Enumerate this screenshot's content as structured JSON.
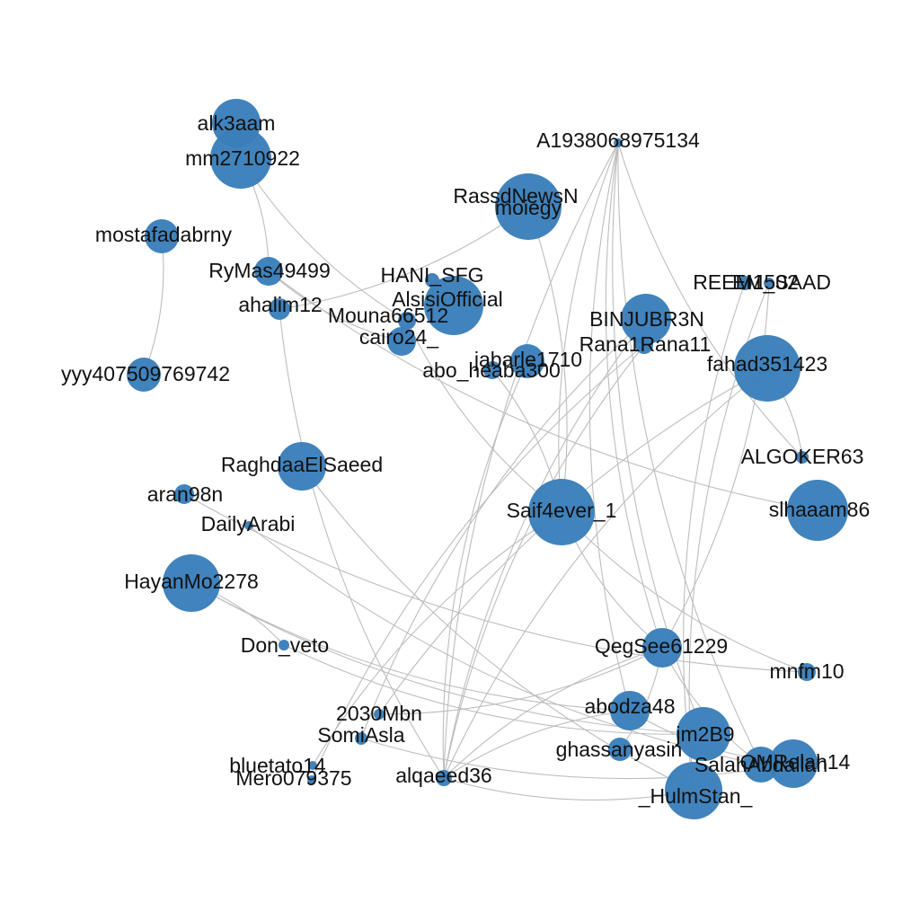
{
  "colors": {
    "node": "#3b7fba",
    "edge": "#bdbdbd",
    "label": "#111111",
    "background": "#ffffff"
  },
  "nodes": [
    {
      "id": "alk3aam",
      "label": "alk3aam"
    },
    {
      "id": "mm2710922",
      "label": "mm2710922"
    },
    {
      "id": "mostafadabrny",
      "label": "mostafadabrny"
    },
    {
      "id": "yyy407509769742",
      "label": "yyy407509769742"
    },
    {
      "id": "RyMas49499",
      "label": "RyMas49499"
    },
    {
      "id": "ahalim12",
      "label": "ahalim12"
    },
    {
      "id": "HANI_SFG",
      "label": "HANI_SFG"
    },
    {
      "id": "AlsisiOfficial",
      "label": "AlsisiOfficial"
    },
    {
      "id": "Mouna66512",
      "label": "Mouna66512"
    },
    {
      "id": "cairo24_",
      "label": "cairo24_"
    },
    {
      "id": "RassdNewsN",
      "label": "RassdNewsN"
    },
    {
      "id": "moiegy",
      "label": "moiegy"
    },
    {
      "id": "A1938068975134",
      "label": "A1938068975134"
    },
    {
      "id": "jabarle1710",
      "label": "jabarle1710"
    },
    {
      "id": "abo_heaba300",
      "label": "abo_heaba300"
    },
    {
      "id": "BINJUBR3N",
      "label": "BINJUBR3N"
    },
    {
      "id": "Rana1Rana11",
      "label": "Rana1Rana11"
    },
    {
      "id": "REEM1502",
      "label": "REEM1502"
    },
    {
      "id": "EM_SAAD",
      "label": "EM_SAAD"
    },
    {
      "id": "fahad351423",
      "label": "fahad351423"
    },
    {
      "id": "ALGOKER63",
      "label": "ALGOKER63"
    },
    {
      "id": "slhaaam86",
      "label": "slhaaam86"
    },
    {
      "id": "Saif4ever_1",
      "label": "Saif4ever_1"
    },
    {
      "id": "RaghdaaElSaeed",
      "label": "RaghdaaElSaeed"
    },
    {
      "id": "aran98n",
      "label": "aran98n"
    },
    {
      "id": "DailyArabi",
      "label": "DailyArabi"
    },
    {
      "id": "HayanMo2278",
      "label": "HayanMo2278"
    },
    {
      "id": "Don_veto",
      "label": "Don_veto"
    },
    {
      "id": "QegSee61229",
      "label": "QegSee61229"
    },
    {
      "id": "mnfm10",
      "label": "mnfm10"
    },
    {
      "id": "abodza48",
      "label": "abodza48"
    },
    {
      "id": "2030Mbn",
      "label": "2030Mbn"
    },
    {
      "id": "SomiAsla",
      "label": "SomiAsla"
    },
    {
      "id": "jm2B9",
      "label": "jm2B9"
    },
    {
      "id": "ghassanyasin",
      "label": "ghassanyasin"
    },
    {
      "id": "SalahAbdallah",
      "label": "SalahAbdallah"
    },
    {
      "id": "OMRelah14",
      "label": "OMRelah14"
    },
    {
      "id": "bluetato14",
      "label": "bluetato14"
    },
    {
      "id": "Mero079375",
      "label": "Mero079375"
    },
    {
      "id": "alqaeed36",
      "label": "alqaeed36"
    },
    {
      "id": "_HulmStan_",
      "label": "_HulmStan_"
    }
  ],
  "edges": [
    [
      "yyy407509769742",
      "mostafadabrny"
    ],
    [
      "RyMas49499",
      "mm2710922"
    ],
    [
      "mm2710922",
      "Mouna66512"
    ],
    [
      "ahalim12",
      "RassdNewsN"
    ],
    [
      "RyMas49499",
      "cairo24_"
    ],
    [
      "RyMas49499",
      "slhaaam86"
    ],
    [
      "ahalim12",
      "alqaeed36"
    ],
    [
      "Mouna66512",
      "Saif4ever_1"
    ],
    [
      "A1938068975134",
      "alqaeed36"
    ],
    [
      "A1938068975134",
      "Saif4ever_1"
    ],
    [
      "A1938068975134",
      "abodza48"
    ],
    [
      "A1938068975134",
      "jm2B9"
    ],
    [
      "A1938068975134",
      "SalahAbdallah"
    ],
    [
      "A1938068975134",
      "ALGOKER63"
    ],
    [
      "A1938068975134",
      "QegSee61229"
    ],
    [
      "Saif4ever_1",
      "mnfm10"
    ],
    [
      "Saif4ever_1",
      "abo_heaba300"
    ],
    [
      "Saif4ever_1",
      "bluetato14"
    ],
    [
      "Saif4ever_1",
      "QegSee61229"
    ],
    [
      "Saif4ever_1",
      "RassdNewsN"
    ],
    [
      "fahad351423",
      "2030Mbn"
    ],
    [
      "fahad351423",
      "alqaeed36"
    ],
    [
      "RaghdaaElSaeed",
      "_HulmStan_"
    ],
    [
      "aran98n",
      "mnfm10"
    ],
    [
      "HayanMo2278",
      "abodza48"
    ],
    [
      "HayanMo2278",
      "jm2B9"
    ],
    [
      "Don_veto",
      "jm2B9"
    ],
    [
      "Don_veto",
      "HayanMo2278"
    ],
    [
      "DailyArabi",
      "SalahAbdallah"
    ],
    [
      "QegSee61229",
      "alqaeed36"
    ],
    [
      "QegSee61229",
      "EM_SAAD"
    ],
    [
      "QegSee61229",
      "SalahAbdallah"
    ],
    [
      "abodza48",
      "alqaeed36"
    ],
    [
      "abodza48",
      "OMRelah14"
    ],
    [
      "SomiAsla",
      "OMRelah14"
    ],
    [
      "2030Mbn",
      "QegSee61229"
    ],
    [
      "ghassanyasin",
      "QegSee61229"
    ],
    [
      "BINJUBR3N",
      "SomiAsla"
    ],
    [
      "BINJUBR3N",
      "alqaeed36"
    ],
    [
      "Rana1Rana11",
      "alqaeed36"
    ],
    [
      "Rana1Rana11",
      "Mero079375"
    ],
    [
      "REEM1502",
      "_HulmStan_"
    ],
    [
      "EM_SAAD",
      "_HulmStan_"
    ],
    [
      "jabarle1710",
      "alqaeed36"
    ],
    [
      "alqaeed36",
      "_HulmStan_"
    ],
    [
      "ALGOKER63",
      "fahad351423"
    ]
  ]
}
